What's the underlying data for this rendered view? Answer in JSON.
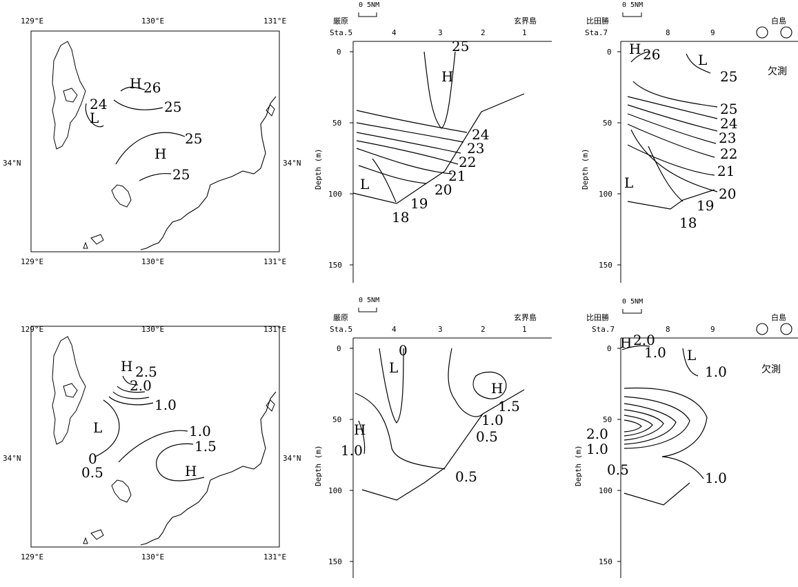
{
  "map_panels": {
    "lon_labels": [
      "129°E",
      "130°E",
      "131°E"
    ],
    "lat_label": "34°N",
    "temperature": {
      "highs": [
        "H",
        "H"
      ],
      "lows": [
        "L"
      ],
      "contours": [
        "26",
        "24",
        "25",
        "25",
        "25"
      ]
    },
    "salinity_anomaly": {
      "highs": [
        "H",
        "H"
      ],
      "lows": [
        "L"
      ],
      "contours": [
        "2.5",
        "2.0",
        "1.0",
        "1.0",
        "1.5",
        "0",
        "0.5"
      ]
    }
  },
  "section_genkai": {
    "scale_label": "0 5NM",
    "left_name": "厳原",
    "right_name": "玄界島",
    "station_prefix": "Sta.5",
    "stations": [
      "4",
      "3",
      "2",
      "1"
    ],
    "depth_label": "Depth (m)",
    "depth_ticks": [
      "0",
      "50",
      "100",
      "150"
    ],
    "temperature_contours": [
      "25",
      "24",
      "23",
      "22",
      "21",
      "20",
      "19",
      "18"
    ],
    "temperature_marks": [
      "H",
      "L"
    ],
    "salinity_contours": [
      "0",
      "1.5",
      "1.0",
      "0.5",
      "1.0",
      "0.5"
    ],
    "salinity_marks": [
      "L",
      "H",
      "H"
    ]
  },
  "section_hita": {
    "scale_label": "0 5NM",
    "left_name": "比田勝",
    "right_name": "白島",
    "station_prefix": "Sta.7",
    "stations": [
      "8",
      "9"
    ],
    "missing_label": "欠測",
    "depth_label": "Depth (m)",
    "depth_ticks": [
      "0",
      "50",
      "100",
      "150"
    ],
    "temperature_contours": [
      "26",
      "25",
      "25",
      "24",
      "23",
      "22",
      "21",
      "20",
      "19",
      "18"
    ],
    "temperature_marks": [
      "H",
      "L",
      "L"
    ],
    "salinity_contours": [
      "2.0",
      "1.0",
      "1.0",
      "2.0",
      "1.0",
      "0.5",
      "1.0"
    ],
    "salinity_marks": [
      "H",
      "L"
    ]
  }
}
